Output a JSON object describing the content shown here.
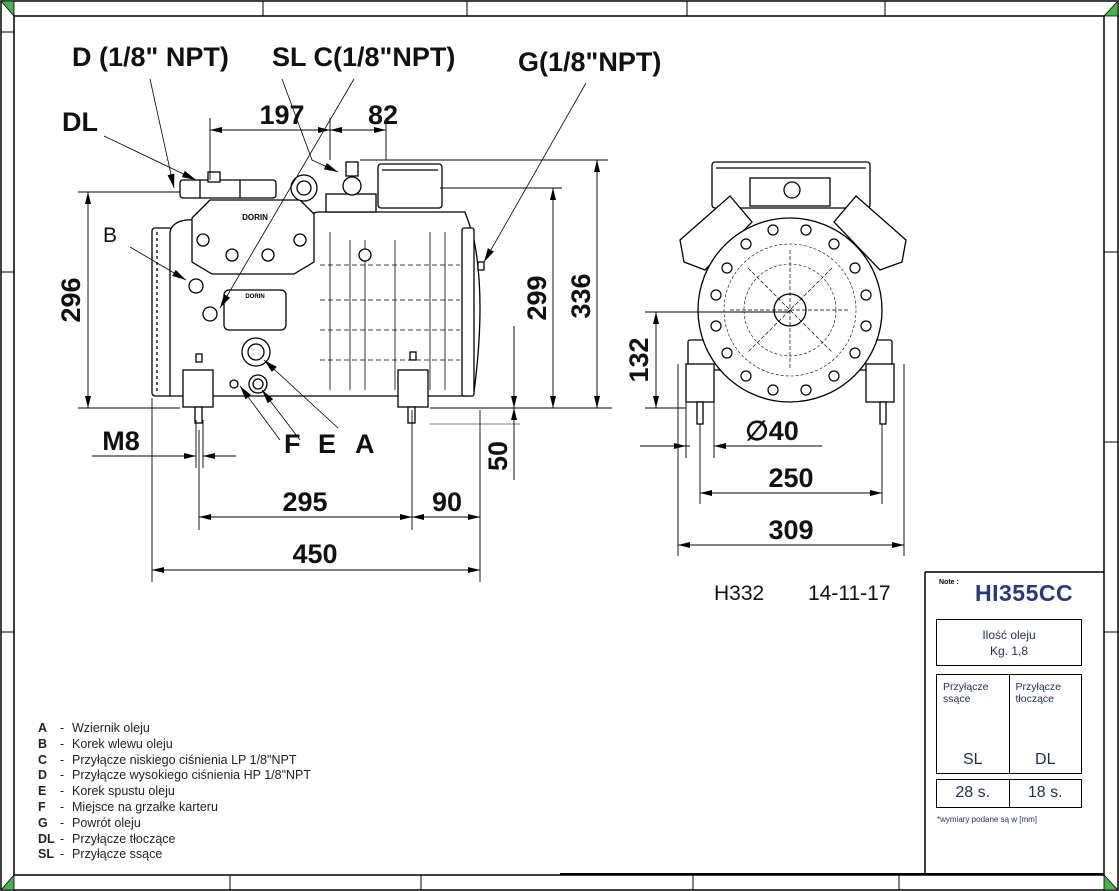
{
  "callouts": {
    "d": "D (1/8\" NPT)",
    "sl_c": "SL C(1/8\"NPT)",
    "g": "G(1/8\"NPT)",
    "dl": "DL",
    "b": "B",
    "f": "F",
    "e": "E",
    "a": "A"
  },
  "dimensions": {
    "side_view": {
      "d197": "197",
      "d82": "82",
      "d296": "296",
      "d299": "299",
      "d336": "336",
      "m8": "M8",
      "d50": "50",
      "d295": "295",
      "d90": "90",
      "d450": "450"
    },
    "front_view": {
      "d132": "132",
      "d40": "∅40",
      "d250": "250",
      "d309": "309"
    }
  },
  "drawing_info": {
    "code": "H332",
    "date": "14-11-17"
  },
  "title_block": {
    "note_label": "Note :",
    "model": "HI355CC",
    "oil_label": "Ilość oleju",
    "oil_value": "Kg.  1,8",
    "suction_label_1": "Przyłącze",
    "suction_label_2": "ssące",
    "suction_code": "SL",
    "discharge_label_1": "Przyłącze",
    "discharge_label_2": "tłoczące",
    "discharge_code": "DL",
    "suction_size": "28 s.",
    "discharge_size": "18 s.",
    "footnote": "*wymiary podane są w [mm]"
  },
  "legend": [
    {
      "key": "A",
      "text": "Wziernik oleju"
    },
    {
      "key": "B",
      "text": "Korek wlewu oleju"
    },
    {
      "key": "C",
      "text": "Przyłącze niskiego ciśnienia LP 1/8\"NPT"
    },
    {
      "key": "D",
      "text": "Przyłącze wysokiego ciśnienia HP 1/8\"NPT"
    },
    {
      "key": "E",
      "text": "Korek spustu oleju"
    },
    {
      "key": "F",
      "text": "Miejsce na grzałke karteru"
    },
    {
      "key": "G",
      "text": "Powrót oleju"
    },
    {
      "key": "DL",
      "text": "Przyłącze tłoczące"
    },
    {
      "key": "SL",
      "text": "Przyłącze ssące"
    }
  ],
  "colors": {
    "frame_corner": "#4caf50",
    "model_text": "#253a7a"
  }
}
